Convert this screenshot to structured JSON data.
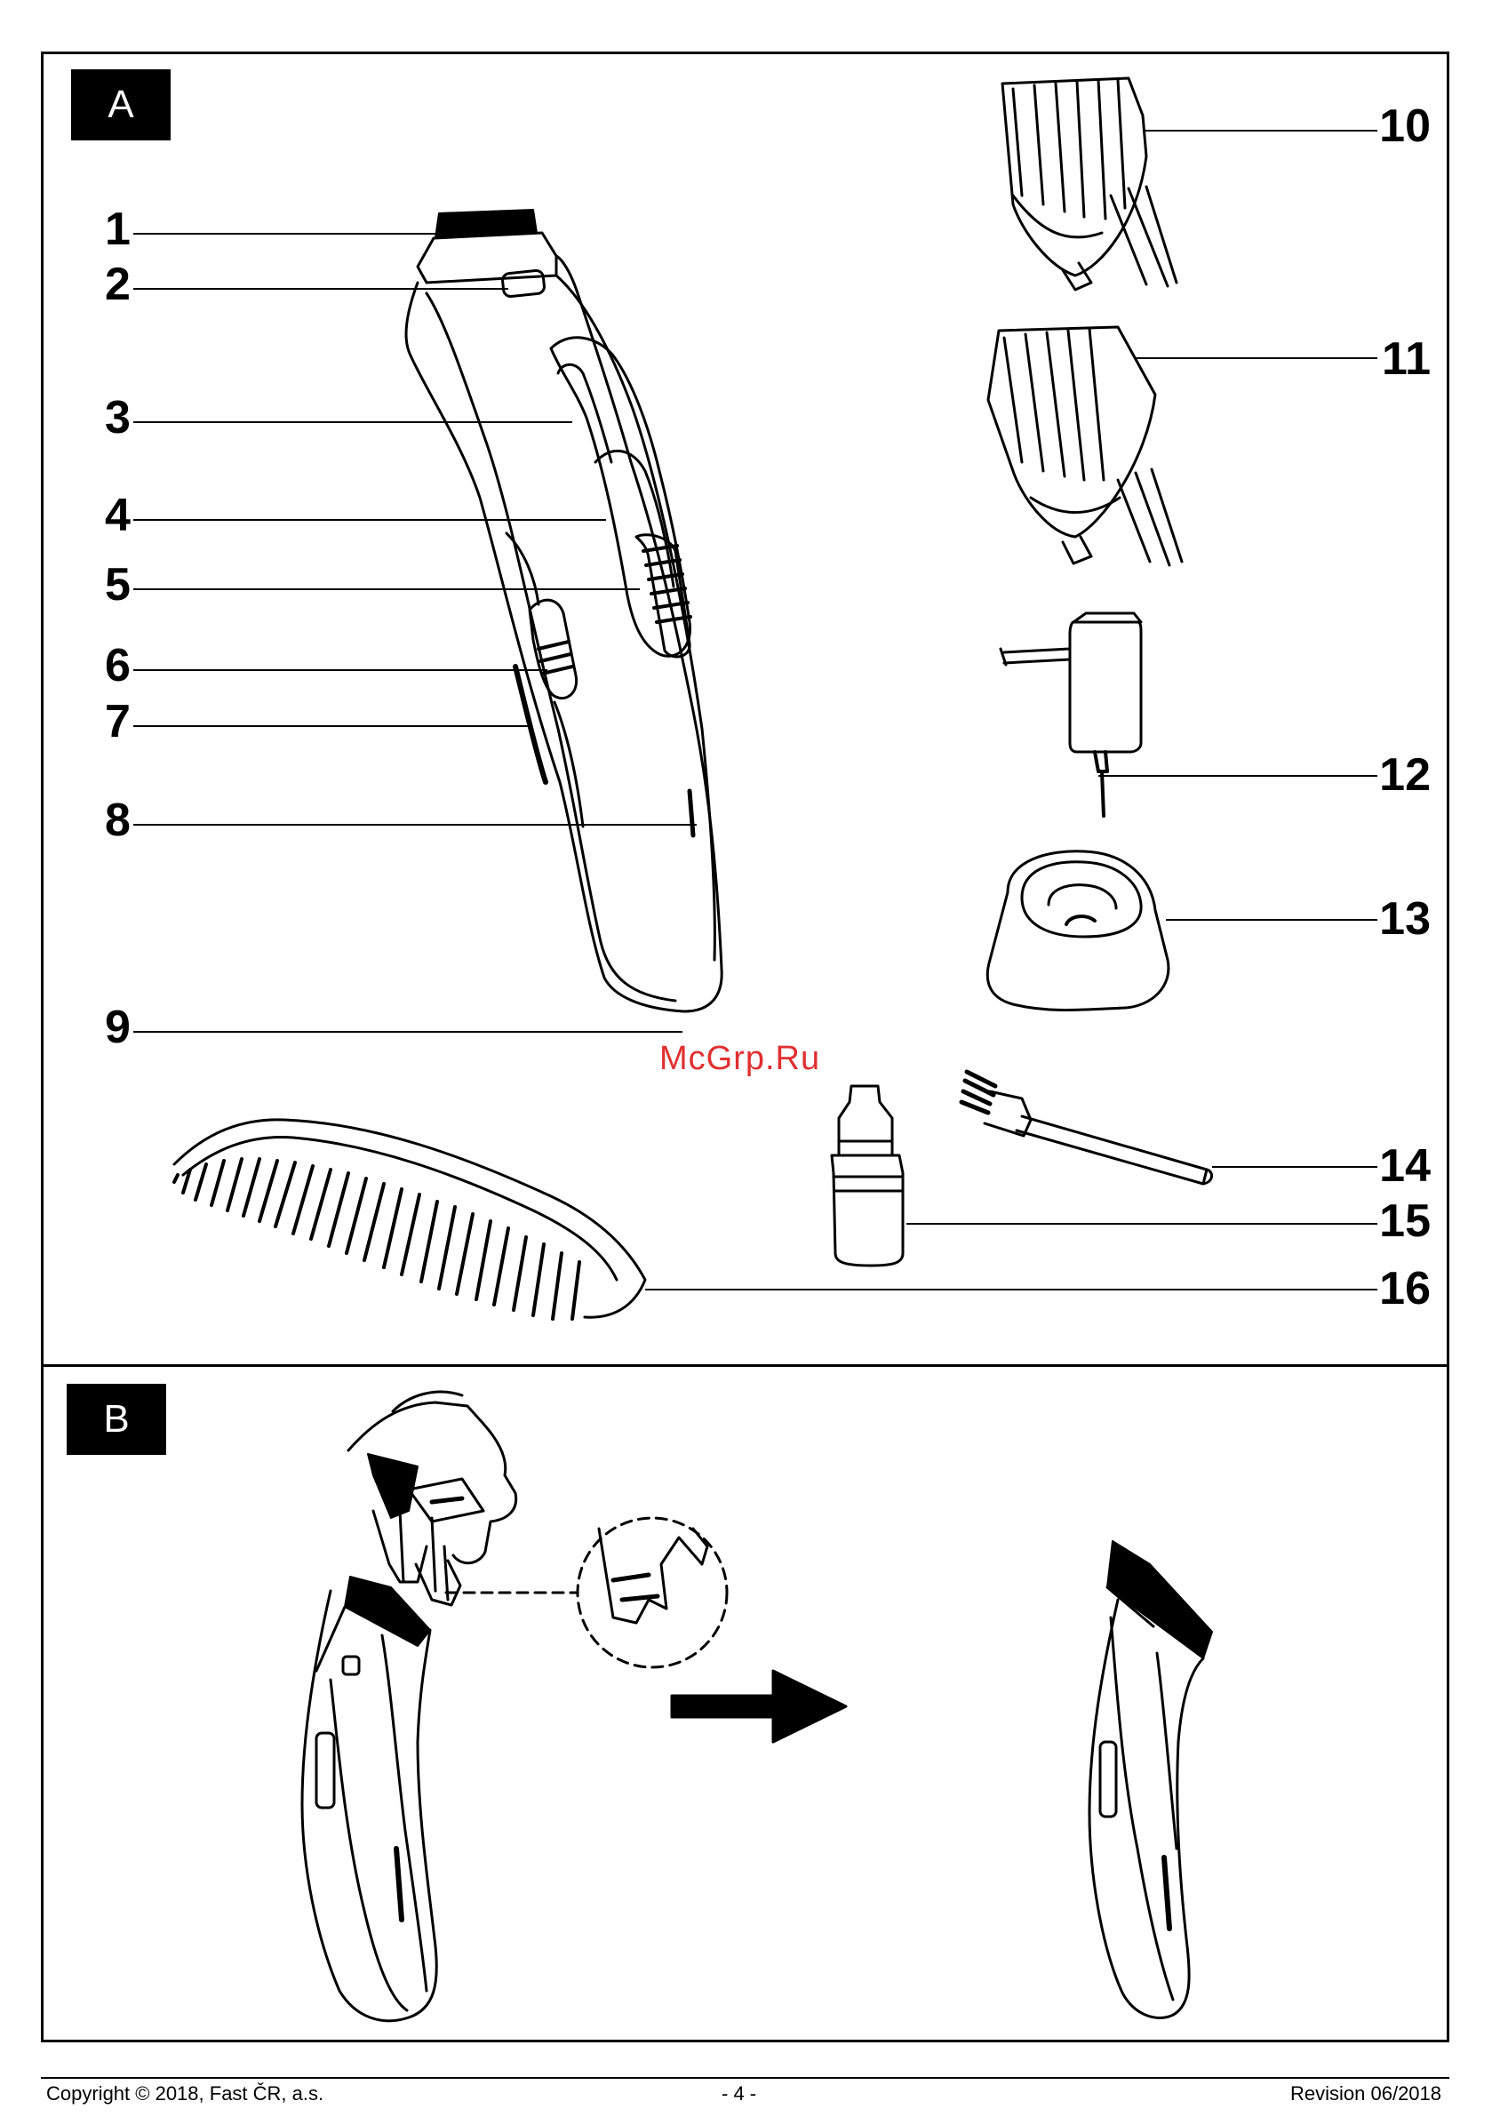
{
  "sections": {
    "a": "A",
    "b": "B"
  },
  "callouts": {
    "left": [
      "1",
      "2",
      "3",
      "4",
      "5",
      "6",
      "7",
      "8",
      "9"
    ],
    "right": [
      "10",
      "11",
      "12",
      "13",
      "14",
      "15",
      "16"
    ]
  },
  "watermark": "McGrp.Ru",
  "footer": {
    "copyright": "Copyright © 2018, Fast ČR, a.s.",
    "page": "- 4 -",
    "revision": "Revision 06/2018"
  }
}
